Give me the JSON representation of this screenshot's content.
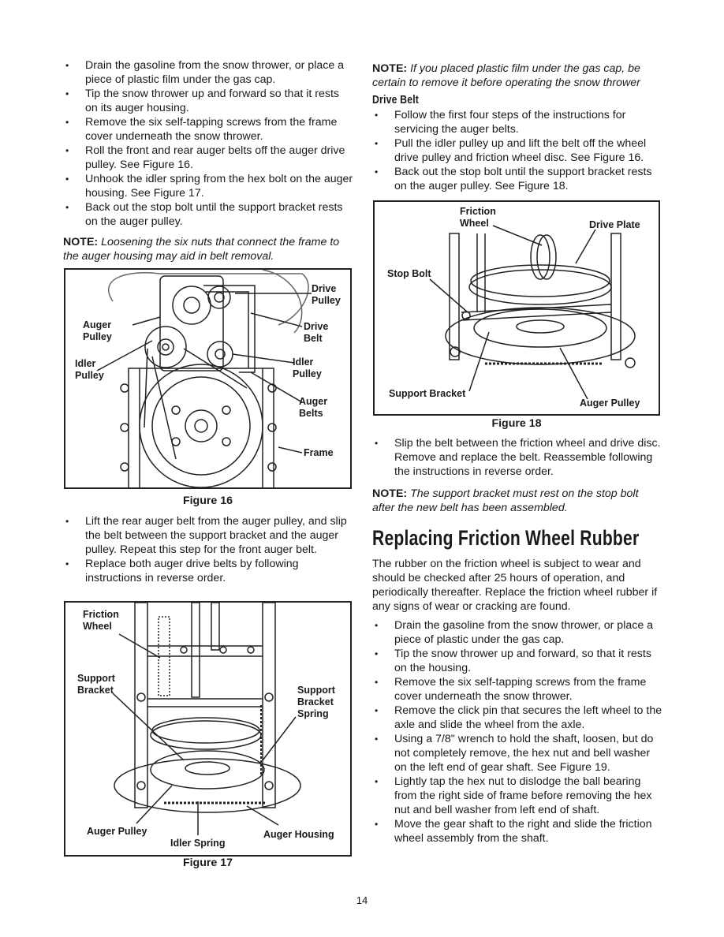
{
  "left": {
    "bullets_1": [
      "Drain the gasoline from the snow thrower, or place a piece of plastic film under the gas cap.",
      "Tip the snow thrower up and forward so that it rests on its auger housing.",
      "Remove the six self-tapping screws from the frame cover underneath the snow thrower.",
      "Roll the front and rear auger belts off the auger drive pulley. See Figure 16.",
      "Unhook the idler spring from the hex bolt on the auger housing. See Figure 17.",
      "Back out the stop bolt until the support bracket rests on the auger pulley."
    ],
    "note_1": {
      "label": "NOTE:",
      "text": "Loosening the six nuts that connect the frame to the auger housing may aid in belt removal."
    },
    "figure16": {
      "caption": "Figure 16",
      "labels": {
        "drive_pulley": "Drive Pulley",
        "auger_pulley": "Auger Pulley",
        "drive_belt": "Drive Belt",
        "idler_pulley": "Idler Pulley",
        "idler_pulley_right": "Idler Pulley",
        "auger_belts": "Auger Belts",
        "frame": "Frame"
      }
    },
    "bullets_2": [
      "Lift the rear auger belt from the auger pulley, and slip the belt between the support bracket and the auger pulley. Repeat this step for the front auger belt.",
      "Replace both auger drive belts by following instructions in reverse order."
    ],
    "figure17": {
      "caption": "Figure 17",
      "labels": {
        "friction_wheel": "Friction Wheel",
        "support_bracket": "Support Bracket",
        "support_bracket_spring": "Support Bracket Spring",
        "auger_pulley": "Auger Pulley",
        "idler_spring": "Idler Spring",
        "auger_housing": "Auger Housing"
      }
    }
  },
  "right": {
    "note_top": {
      "label": "NOTE:",
      "text": "If you placed plastic film under the gas cap, be certain to remove it before operating the snow thrower"
    },
    "drive_belt_heading": "Drive Belt",
    "bullets_1": [
      "Follow the first four steps of the instructions for servicing the auger belts.",
      "Pull the idler pulley up and lift the belt off the wheel drive pulley and friction wheel disc. See Figure 16.",
      "Back out the stop bolt until the support bracket rests on the auger pulley. See Figure 18."
    ],
    "figure18": {
      "caption": "Figure 18",
      "labels": {
        "friction_wheel": "Friction Wheel",
        "drive_plate": "Drive Plate",
        "stop_bolt": "Stop Bolt",
        "support_bracket": "Support Bracket",
        "auger_pulley": "Auger Pulley"
      }
    },
    "bullets_2": [
      "Slip the belt between the friction wheel and drive disc. Remove and replace the belt. Reassemble following the instructions in reverse order."
    ],
    "note_2": {
      "label": "NOTE:",
      "text": "The support bracket must rest on the stop bolt after the new belt has been assembled."
    },
    "section_heading": "Replacing Friction Wheel Rubber",
    "section_para": "The rubber on the friction wheel is subject to wear and should be checked after 25 hours of operation, and periodically thereafter. Replace the friction wheel rubber if any signs of wear or cracking are found.",
    "bullets_3": [
      "Drain the gasoline from the snow thrower, or place a piece of plastic under the gas cap.",
      "Tip the snow thrower up and forward, so that it rests on the housing.",
      "Remove the six self-tapping screws from the frame cover underneath the snow thrower.",
      "Remove the click pin that secures the left wheel to the axle and slide the wheel from the axle.",
      "Using a 7/8\" wrench to hold the shaft, loosen, but do not completely remove, the hex nut and bell washer on the left end of gear shaft. See Figure 19.",
      "Lightly tap the hex nut to dislodge the ball bearing from the right side of frame before removing the hex nut and bell washer from left end of shaft.",
      "Move the gear shaft to the right and slide the friction wheel assembly from the shaft."
    ]
  },
  "page_number": "14"
}
